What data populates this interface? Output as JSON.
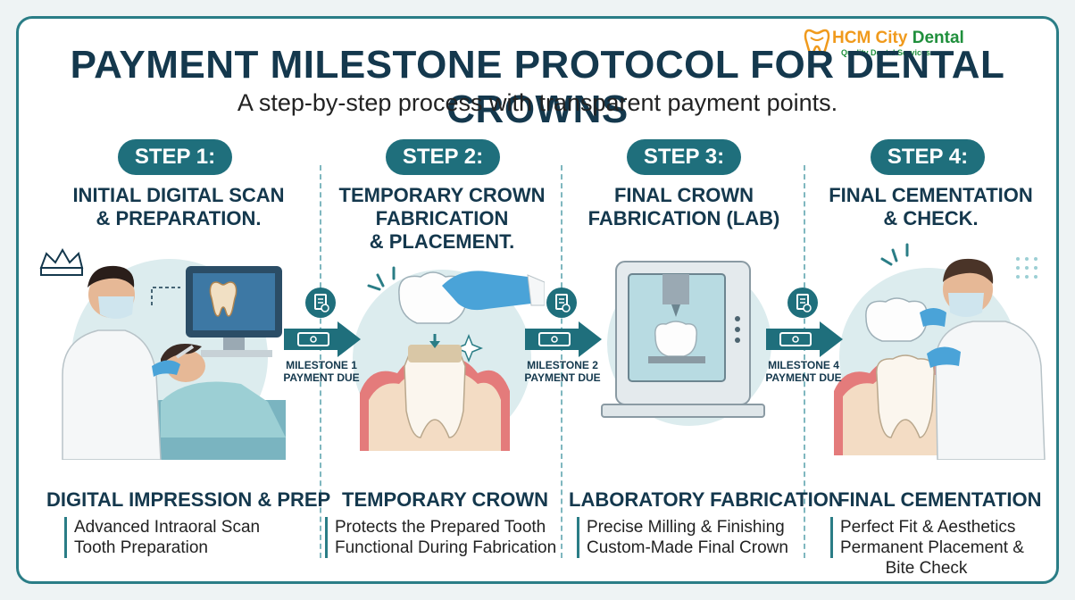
{
  "brand": {
    "name_part1": "HCM City ",
    "name_part2": "Dental",
    "tagline": "Quality Dental Services"
  },
  "title": "PAYMENT MILESTONE PROTOCOL FOR DENTAL CROWNS",
  "subtitle": "A step-by-step process with transparent payment points.",
  "steps": [
    {
      "badge": "STEP 1:",
      "title_lines": [
        "INITIAL DIGITAL SCAN",
        "& PREPARATION."
      ],
      "section_title": "DIGITAL IMPRESSION & PREP",
      "bullets": [
        "Advanced Intraoral Scan",
        "Tooth Preparation"
      ]
    },
    {
      "badge": "STEP 2:",
      "title_lines": [
        "TEMPORARY CROWN",
        "FABRICATION",
        "& PLACEMENT."
      ],
      "section_title": "TEMPORARY CROWN",
      "bullets": [
        "Protects the Prepared Tooth",
        "Functional During Fabrication"
      ]
    },
    {
      "badge": "STEP 3:",
      "title_lines": [
        "FINAL CROWN",
        "FABRICATION (LAB)"
      ],
      "section_title": "LABORATORY FABRICATION",
      "bullets": [
        "Precise Milling & Finishing",
        "Custom-Made Final Crown"
      ]
    },
    {
      "badge": "STEP 4:",
      "title_lines": [
        "FINAL CEMENTATION",
        "& CHECK."
      ],
      "section_title": "FINAL CEMENTATION",
      "bullets": [
        "Perfect Fit & Aesthetics",
        "Permanent Placement &",
        "Bite Check"
      ]
    }
  ],
  "milestones": [
    {
      "line1": "MILESTONE 1",
      "line2": "PAYMENT DUE"
    },
    {
      "line1": "MILESTONE 2",
      "line2": "PAYMENT DUE"
    },
    {
      "line1": "MILESTONE 4",
      "line2": "PAYMENT DUE"
    }
  ],
  "colors": {
    "primary": "#1f6f7c",
    "navy": "#14384d",
    "gum": "#e47b7b",
    "glove": "#4aa3d8",
    "accent_orange": "#f09a1c",
    "accent_green": "#1f8f3c"
  }
}
